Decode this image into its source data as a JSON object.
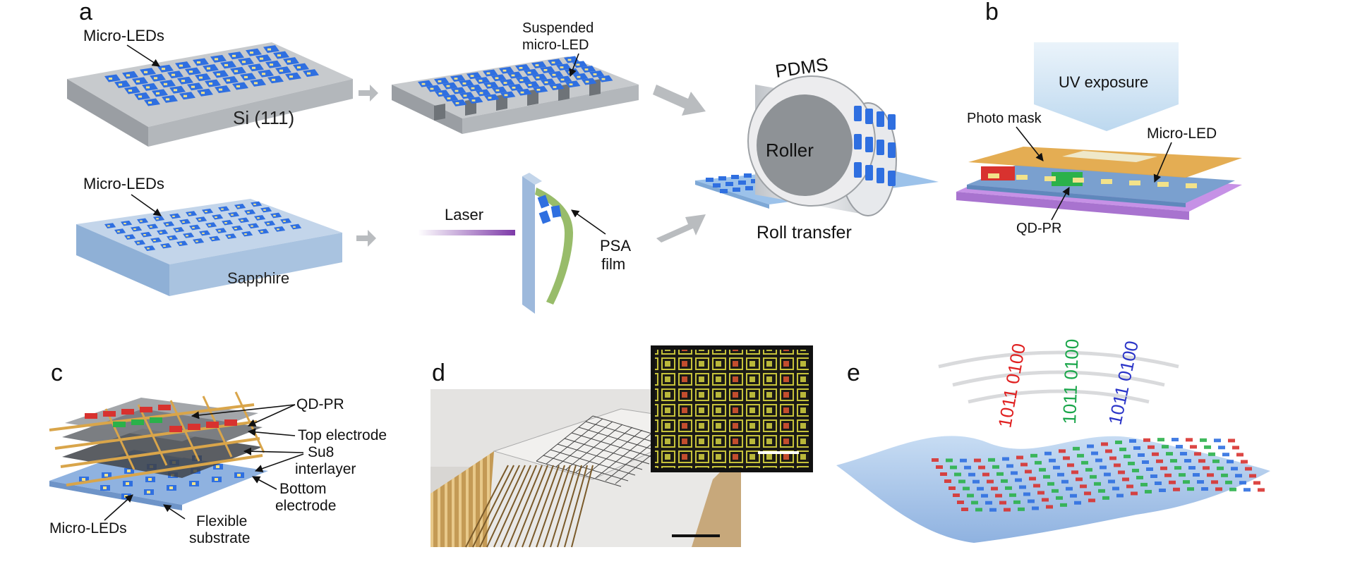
{
  "panels": {
    "a": {
      "letter": "a",
      "micro_leds_top": "Micro-LEDs",
      "si_substrate": "Si (111)",
      "suspended_line1": "Suspended",
      "suspended_line2": "micro-LED",
      "micro_leds_bottom": "Micro-LEDs",
      "sapphire": "Sapphire",
      "laser": "Laser",
      "psa_line1": "PSA",
      "psa_line2": "film",
      "pdms": "PDMS",
      "roller": "Roller",
      "roll_transfer": "Roll transfer"
    },
    "b": {
      "letter": "b",
      "uv_exposure": "UV exposure",
      "photo_mask": "Photo mask",
      "micro_led": "Micro-LED",
      "qd_pr": "QD-PR"
    },
    "c": {
      "letter": "c",
      "qd_pr": "QD-PR",
      "top_electrode": "Top electrode",
      "su8_line1": "Su8",
      "su8_line2": "interlayer",
      "bottom_line1": "Bottom",
      "bottom_line2": "electrode",
      "micro_leds": "Micro-LEDs",
      "flex_line1": "Flexible",
      "flex_line2": "substrate"
    },
    "d": {
      "letter": "d"
    },
    "e": {
      "letter": "e",
      "red_code": "1011 0100",
      "green_code": "1011 0100",
      "blue_code": "1011 0100"
    }
  },
  "colors": {
    "led_blue": "#2f6fe0",
    "silicon_gray": "#a9adb2",
    "sapphire_blue": "#a9c3e0",
    "mask_orange": "#e3a94a",
    "qd_red": "#d8322f",
    "qd_green": "#2bb14a",
    "code_red": "#e02020",
    "code_green": "#1aa64a",
    "code_blue": "#2b35c8",
    "uv_glow": "#cfe3f3",
    "laser_purple": "#7d3aa8"
  }
}
